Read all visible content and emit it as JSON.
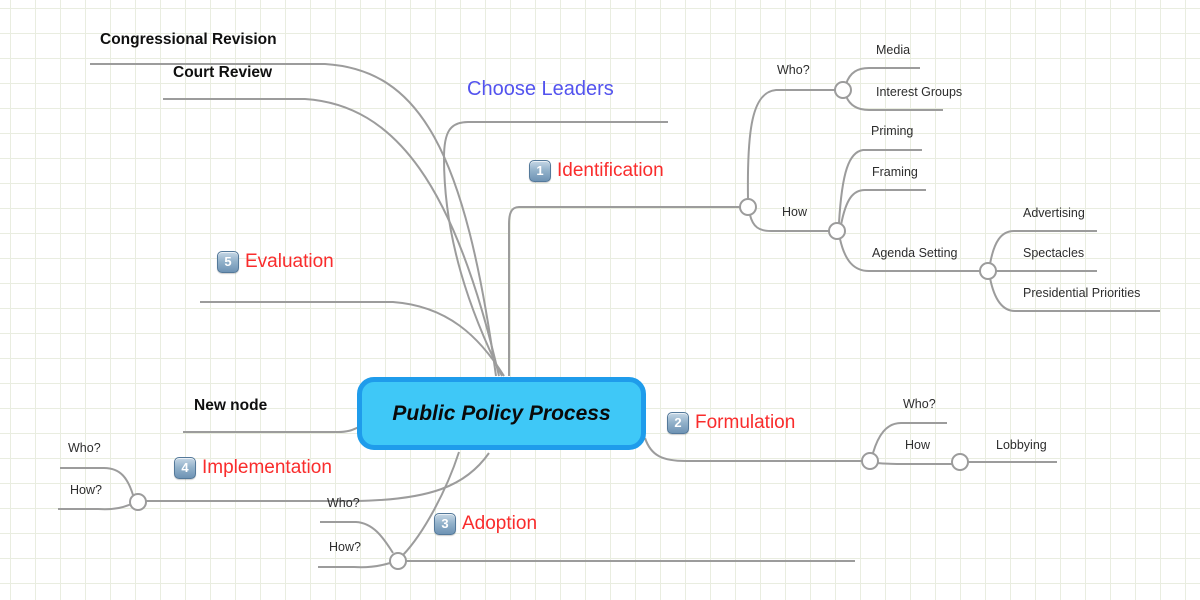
{
  "colors": {
    "root_fill": "#3fc8f7",
    "root_border": "#1f9ceb",
    "branch_red": "#f92c2c",
    "leader_blue": "#5353ee",
    "line_gray": "#9c9c9c",
    "text_dark": "#2d2d2d",
    "grid_line": "#e9ede0"
  },
  "root": {
    "label": "Public Policy Process"
  },
  "branches": {
    "congressional_revision": {
      "label": "Congressional Revision"
    },
    "court_review": {
      "label": "Court Review"
    },
    "choose_leaders": {
      "label": "Choose Leaders"
    },
    "new_node": {
      "label": "New node"
    },
    "identification": {
      "badge": "1",
      "label": "Identification",
      "children": {
        "who": {
          "label": "Who?",
          "children": {
            "media": {
              "label": "Media"
            },
            "interest_groups": {
              "label": "Interest Groups"
            }
          }
        },
        "how": {
          "label": "How",
          "children": {
            "priming": {
              "label": "Priming"
            },
            "framing": {
              "label": "Framing"
            },
            "agenda_setting": {
              "label": "Agenda Setting",
              "children": {
                "advertising": {
                  "label": "Advertising"
                },
                "spectacles": {
                  "label": "Spectacles"
                },
                "presidential_priorities": {
                  "label": "Presidential Priorities"
                }
              }
            }
          }
        }
      }
    },
    "formulation": {
      "badge": "2",
      "label": "Formulation",
      "children": {
        "who": {
          "label": "Who?"
        },
        "how": {
          "label": "How",
          "children": {
            "lobbying": {
              "label": "Lobbying"
            }
          }
        }
      }
    },
    "adoption": {
      "badge": "3",
      "label": "Adoption",
      "children": {
        "who": {
          "label": "Who?"
        },
        "how": {
          "label": "How?"
        }
      }
    },
    "implementation": {
      "badge": "4",
      "label": "Implementation",
      "children": {
        "who": {
          "label": "Who?"
        },
        "how": {
          "label": "How?"
        }
      }
    },
    "evaluation": {
      "badge": "5",
      "label": "Evaluation"
    }
  }
}
